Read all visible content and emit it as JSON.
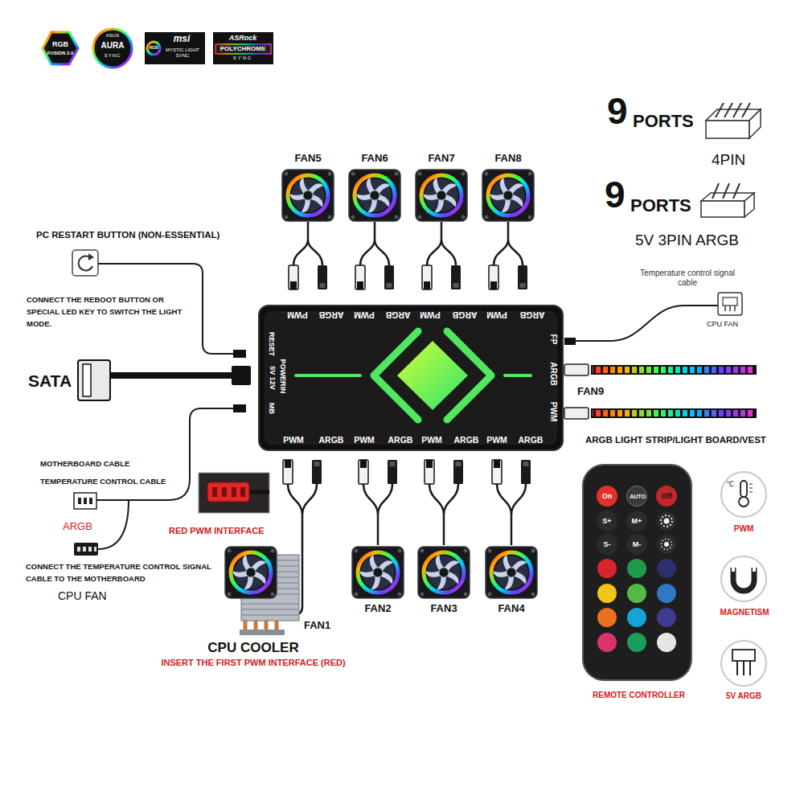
{
  "diagram": {
    "nodes": [
      {
        "text": [
          "FAN5"
        ]
      },
      {
        "text": [
          "FAN6"
        ]
      },
      {
        "text": [
          "FAN7"
        ]
      },
      {
        "text": [
          "FAN8"
        ]
      },
      {
        "text": [
          "PWM",
          "ARGB",
          "PWM",
          "ARGB",
          "PWM",
          "ARGB",
          "PWM",
          "ARGB",
          "RESET",
          "POWERIN",
          "5V 12V",
          "MB",
          "FP",
          "ARGB",
          "PWM",
          "PWM",
          "ARGB",
          "PWM",
          "ARGB",
          "PWM",
          "ARGB",
          "PWM",
          "ARGB"
        ]
      },
      {
        "text": [
          "FAN1"
        ]
      },
      {
        "text": [
          "FAN2"
        ]
      },
      {
        "text": [
          "FAN3"
        ]
      },
      {
        "text": [
          "FAN4"
        ]
      },
      {
        "text": [
          "REMOTE CONTROLLER"
        ]
      },
      {
        "text": [
          "On"
        ],
        "in": 9
      },
      {
        "text": [
          "AUTO"
        ],
        "in": 9
      },
      {
        "text": [
          "Off"
        ],
        "in": 9
      },
      {
        "text": [
          "S+"
        ],
        "in": 9
      },
      {
        "text": [
          "M+"
        ],
        "in": 9
      },
      {
        "text": [
          "S-"
        ],
        "in": 9
      },
      {
        "text": [
          "M-"
        ],
        "in": 9
      }
    ],
    "labels": [
      "RGB",
      "FUSION 2.0",
      "ASUS",
      "AURA",
      "SYNC",
      "RGB",
      "msi",
      "MYSTIC LIGHT SYNC",
      "ASRock",
      "POLYCHROME",
      "SYNC",
      "9",
      "PORTS",
      "4PIN",
      "9",
      "PORTS",
      "5V 3PIN ARGB",
      "PC RESTART BUTTON (NON-ESSENTIAL)",
      "CONNECT THE REBOOT BUTTON OR SPECIAL LED KEY TO SWITCH THE LIGHT MODE.",
      "SATA",
      "MOTHERBOARD CABLE",
      "TEMPERATURE CONTROL CABLE",
      "ARGB",
      "CONNECT THE TEMPERATURE CONTROL SIGNAL CABLE TO THE MOTHERBOARD",
      "CPU FAN",
      "RED PWM INTERFACE",
      "CPU COOLER",
      "INSERT THE FIRST PWM INTERFACE (RED)",
      "Temperature control signal cable",
      "CPU FAN",
      "FAN9",
      "ARGB LIGHT STRIP/LIGHT BOARD/VEST",
      "PWM",
      "MAGNETISM",
      "5V ARGB",
      "℃"
    ]
  }
}
